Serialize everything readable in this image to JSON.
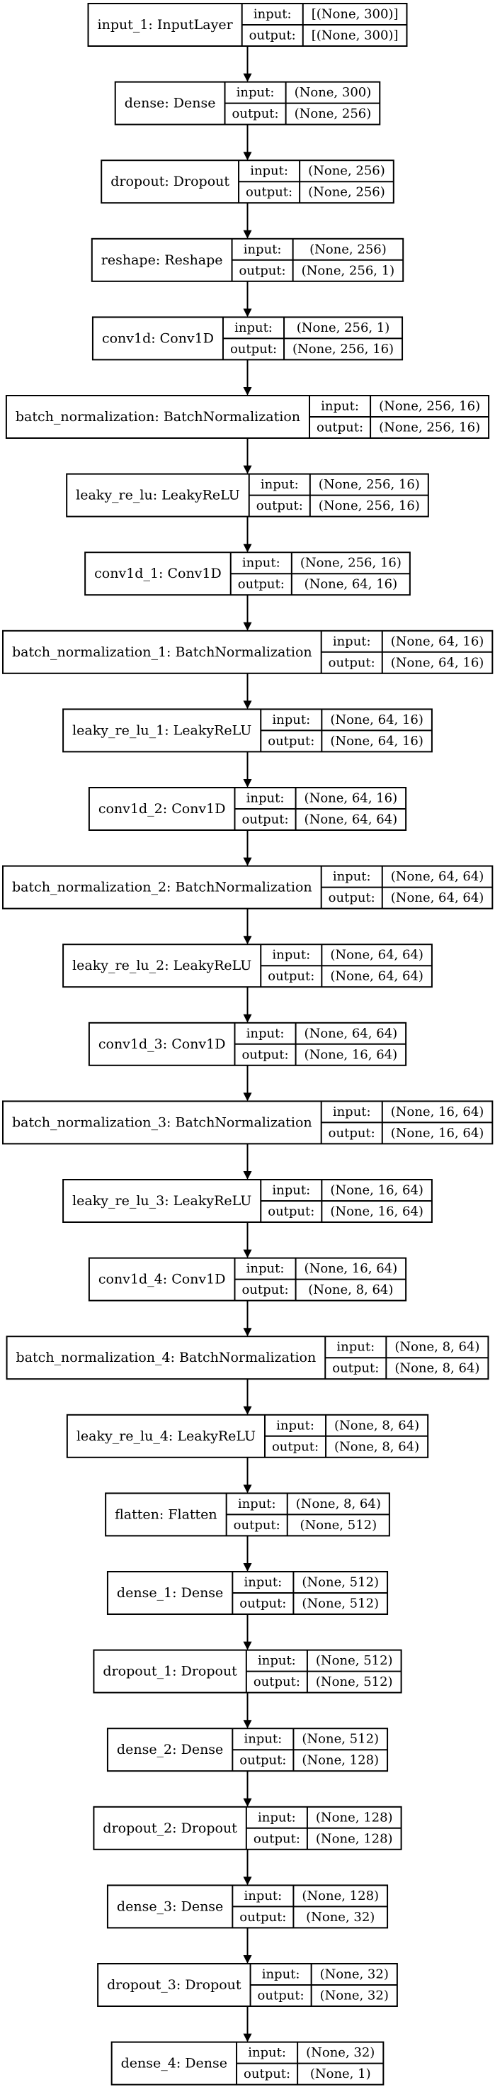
{
  "layers": [
    {
      "name": "input_1: InputLayer",
      "in_label": "input:",
      "input": "[(None, 300)]",
      "out_label": "output:",
      "output": "[(None, 300)]"
    },
    {
      "name": "dense: Dense",
      "in_label": "input:",
      "input": "(None, 300)",
      "out_label": "output:",
      "output": "(None, 256)"
    },
    {
      "name": "dropout: Dropout",
      "in_label": "input:",
      "input": "(None, 256)",
      "out_label": "output:",
      "output": "(None, 256)"
    },
    {
      "name": "reshape: Reshape",
      "in_label": "input:",
      "input": "(None, 256)",
      "out_label": "output:",
      "output": "(None, 256, 1)"
    },
    {
      "name": "conv1d: Conv1D",
      "in_label": "input:",
      "input": "(None, 256, 1)",
      "out_label": "output:",
      "output": "(None, 256, 16)"
    },
    {
      "name": "batch_normalization: BatchNormalization",
      "in_label": "input:",
      "input": "(None, 256, 16)",
      "out_label": "output:",
      "output": "(None, 256, 16)"
    },
    {
      "name": "leaky_re_lu: LeakyReLU",
      "in_label": "input:",
      "input": "(None, 256, 16)",
      "out_label": "output:",
      "output": "(None, 256, 16)"
    },
    {
      "name": "conv1d_1: Conv1D",
      "in_label": "input:",
      "input": "(None, 256, 16)",
      "out_label": "output:",
      "output": "(None, 64, 16)"
    },
    {
      "name": "batch_normalization_1: BatchNormalization",
      "in_label": "input:",
      "input": "(None, 64, 16)",
      "out_label": "output:",
      "output": "(None, 64, 16)"
    },
    {
      "name": "leaky_re_lu_1: LeakyReLU",
      "in_label": "input:",
      "input": "(None, 64, 16)",
      "out_label": "output:",
      "output": "(None, 64, 16)"
    },
    {
      "name": "conv1d_2: Conv1D",
      "in_label": "input:",
      "input": "(None, 64, 16)",
      "out_label": "output:",
      "output": "(None, 64, 64)"
    },
    {
      "name": "batch_normalization_2: BatchNormalization",
      "in_label": "input:",
      "input": "(None, 64, 64)",
      "out_label": "output:",
      "output": "(None, 64, 64)"
    },
    {
      "name": "leaky_re_lu_2: LeakyReLU",
      "in_label": "input:",
      "input": "(None, 64, 64)",
      "out_label": "output:",
      "output": "(None, 64, 64)"
    },
    {
      "name": "conv1d_3: Conv1D",
      "in_label": "input:",
      "input": "(None, 64, 64)",
      "out_label": "output:",
      "output": "(None, 16, 64)"
    },
    {
      "name": "batch_normalization_3: BatchNormalization",
      "in_label": "input:",
      "input": "(None, 16, 64)",
      "out_label": "output:",
      "output": "(None, 16, 64)"
    },
    {
      "name": "leaky_re_lu_3: LeakyReLU",
      "in_label": "input:",
      "input": "(None, 16, 64)",
      "out_label": "output:",
      "output": "(None, 16, 64)"
    },
    {
      "name": "conv1d_4: Conv1D",
      "in_label": "input:",
      "input": "(None, 16, 64)",
      "out_label": "output:",
      "output": "(None, 8, 64)"
    },
    {
      "name": "batch_normalization_4: BatchNormalization",
      "in_label": "input:",
      "input": "(None, 8, 64)",
      "out_label": "output:",
      "output": "(None, 8, 64)"
    },
    {
      "name": "leaky_re_lu_4: LeakyReLU",
      "in_label": "input:",
      "input": "(None, 8, 64)",
      "out_label": "output:",
      "output": "(None, 8, 64)"
    },
    {
      "name": "flatten: Flatten",
      "in_label": "input:",
      "input": "(None, 8, 64)",
      "out_label": "output:",
      "output": "(None, 512)"
    },
    {
      "name": "dense_1: Dense",
      "in_label": "input:",
      "input": "(None, 512)",
      "out_label": "output:",
      "output": "(None, 512)"
    },
    {
      "name": "dropout_1: Dropout",
      "in_label": "input:",
      "input": "(None, 512)",
      "out_label": "output:",
      "output": "(None, 512)"
    },
    {
      "name": "dense_2: Dense",
      "in_label": "input:",
      "input": "(None, 512)",
      "out_label": "output:",
      "output": "(None, 128)"
    },
    {
      "name": "dropout_2: Dropout",
      "in_label": "input:",
      "input": "(None, 128)",
      "out_label": "output:",
      "output": "(None, 128)"
    },
    {
      "name": "dense_3: Dense",
      "in_label": "input:",
      "input": "(None, 128)",
      "out_label": "output:",
      "output": "(None, 32)"
    },
    {
      "name": "dropout_3: Dropout",
      "in_label": "input:",
      "input": "(None, 32)",
      "out_label": "output:",
      "output": "(None, 32)"
    },
    {
      "name": "dense_4: Dense",
      "in_label": "input:",
      "input": "(None, 32)",
      "out_label": "output:",
      "output": "(None, 1)"
    }
  ],
  "colors": {
    "stroke": "#000000",
    "text": "#000000",
    "background": "#ffffff"
  }
}
